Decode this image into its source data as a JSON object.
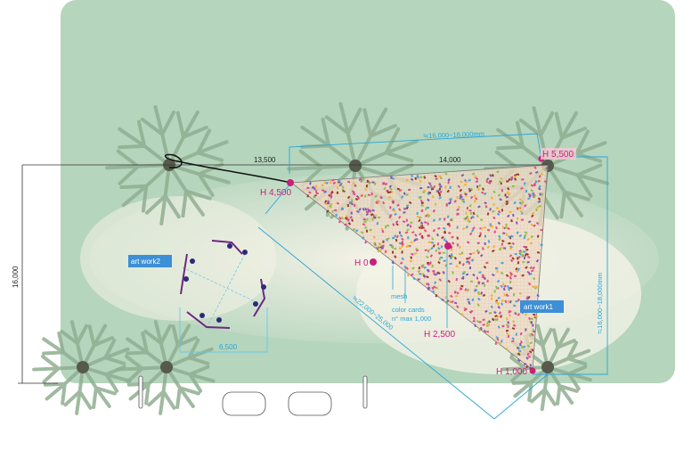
{
  "dimensions": {
    "span_left": "13,500",
    "span_right": "14,000",
    "top_width": "≒16,000~18,000mm",
    "right_height": "≒16,000~18,000mm",
    "diagonal": "≒22,000~25,000",
    "left_height": "16,000",
    "circle_width": "6,500"
  },
  "heights": {
    "h4500": "H 4,500",
    "h5500": "H 5,500",
    "h0": "H 0",
    "h2500": "H 2,500",
    "h1000": "H  1,000"
  },
  "annotations": {
    "mesh": "mesh",
    "color_cards": "color cards",
    "count": "n°  max 1,000"
  },
  "labels": {
    "artwork1": "art work1",
    "artwork2": "art work2"
  },
  "colors": {
    "accent_pink": "#c8207a",
    "dimension_blue": "#2aa6d8",
    "label_blue": "#3d8fd6",
    "lawn_green": "#b9d8c0"
  }
}
